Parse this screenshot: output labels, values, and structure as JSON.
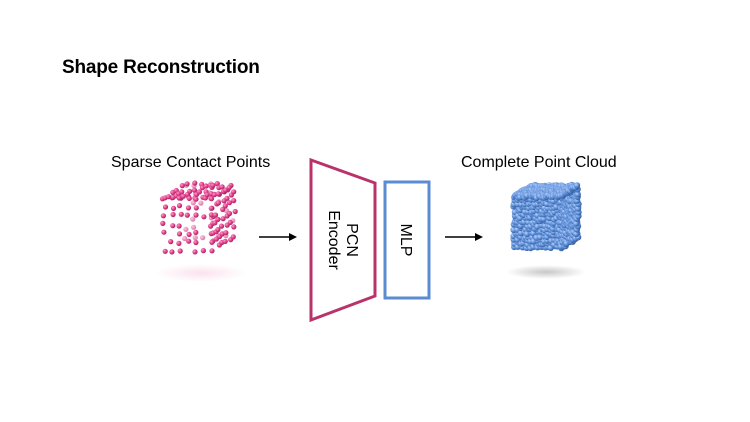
{
  "title": "Shape Reconstruction",
  "input_label": "Sparse Contact Points",
  "output_label": "Complete Point Cloud",
  "encoder": {
    "line1": "PCN",
    "line2": "Encoder",
    "color": "#b8336a"
  },
  "mlp": {
    "label": "MLP",
    "color": "#5b8bd0"
  },
  "colors": {
    "sparse_points": "#e0408c",
    "dense_points": "#5f8fd8",
    "arrow": "#000000"
  }
}
